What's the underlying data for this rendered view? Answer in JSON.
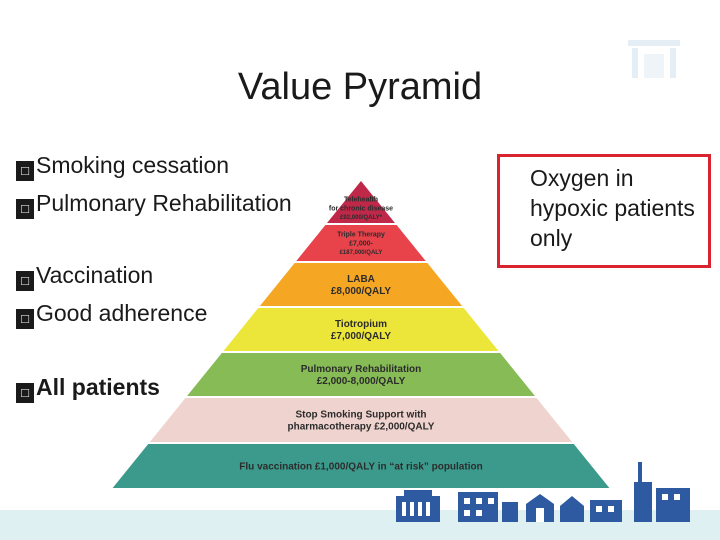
{
  "slide": {
    "title": "Value Pyramid"
  },
  "bullets": [
    {
      "text": "Smoking cessation",
      "bold": false
    },
    {
      "text": "Pulmonary Rehabilitation",
      "bold": false
    },
    {
      "text": "Vaccination",
      "bold": false
    },
    {
      "text": "Good adherence",
      "bold": false
    },
    {
      "text": "All patients",
      "bold": true
    }
  ],
  "callout": {
    "text": "Oxygen in hypoxic patients only",
    "border_color": "#d9232e"
  },
  "pyramid": {
    "tiers": [
      {
        "lines": [
          "Telehealth",
          "for chronic disease",
          "£92,000/QALY*"
        ],
        "color": "#c0284a"
      },
      {
        "lines": [
          "Triple Therapy",
          "£7,000-",
          "£187,000/QALY"
        ],
        "color": "#e8434b"
      },
      {
        "lines": [
          "LABA",
          "£8,000/QALY"
        ],
        "color": "#f5a623"
      },
      {
        "lines": [
          "Tiotropium",
          "£7,000/QALY"
        ],
        "color": "#ede63a"
      },
      {
        "lines": [
          "Pulmonary Rehabilitation",
          "£2,000-8,000/QALY"
        ],
        "color": "#86bb55"
      },
      {
        "lines": [
          "Stop Smoking Support with",
          "pharmacotherapy £2,000/QALY"
        ],
        "color": "#efd3cf"
      },
      {
        "lines": [
          "Flu vaccination £1,000/QALY in “at risk” population"
        ],
        "color": "#3b9a8c"
      }
    ]
  },
  "icons": {
    "bullet_glyph": "□",
    "logo": "building-logo-icon",
    "skyline": "city-skyline-icon"
  },
  "colors": {
    "footer_strip": "#dff0f2",
    "skyline": "#2d5aa0"
  }
}
